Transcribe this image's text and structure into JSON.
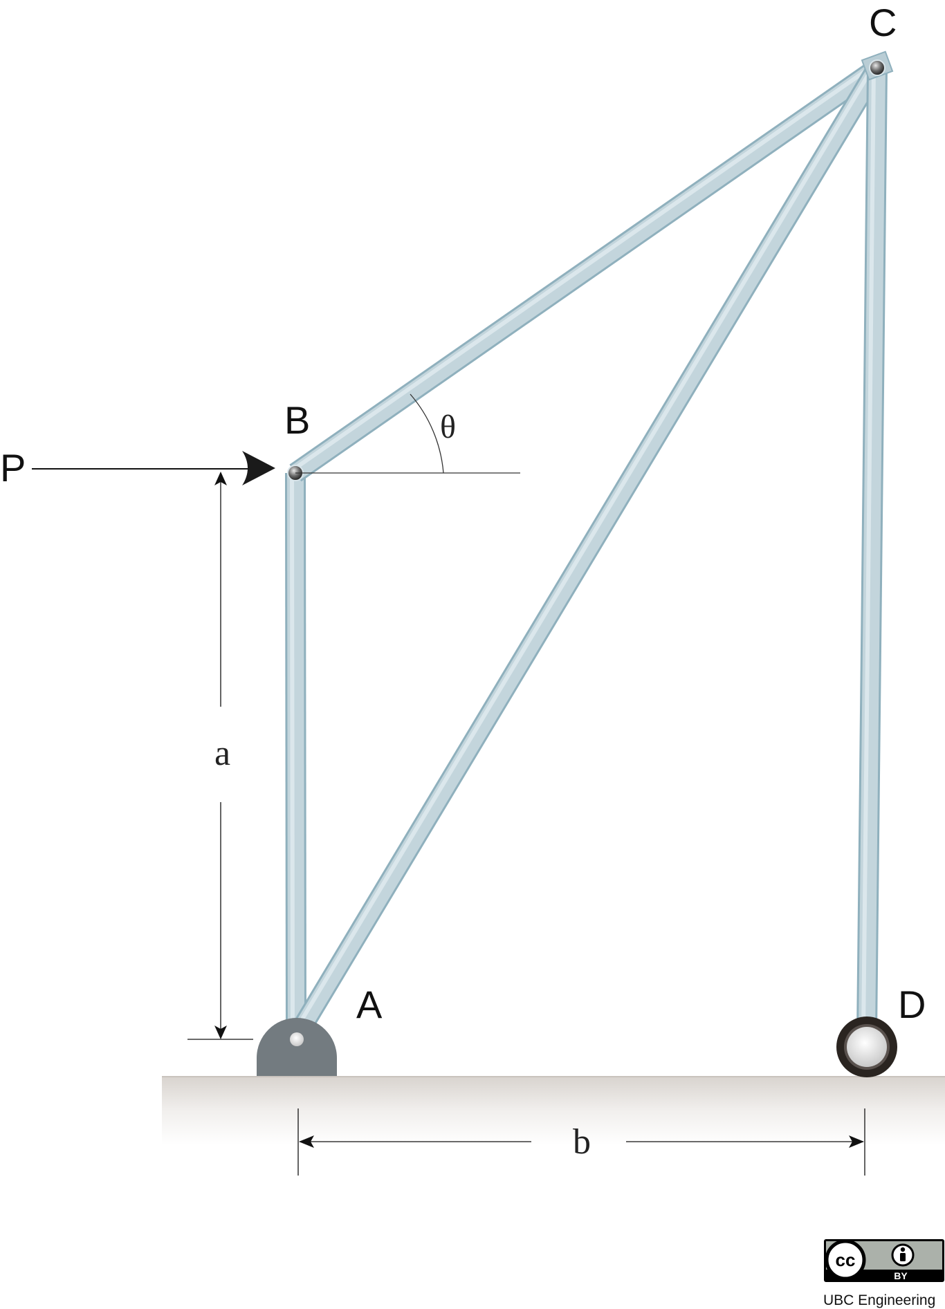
{
  "labels": {
    "A": "A",
    "B": "B",
    "C": "C",
    "D": "D",
    "P": "P",
    "theta": "θ",
    "a": "a",
    "b": "b"
  },
  "license": {
    "cc": "cc",
    "by": "BY",
    "credit": "UBC Engineering"
  },
  "colors": {
    "member": "#b9cdd5",
    "ground": "#dedad6",
    "pin_support": "#737b80",
    "roller": "#2a2420"
  }
}
